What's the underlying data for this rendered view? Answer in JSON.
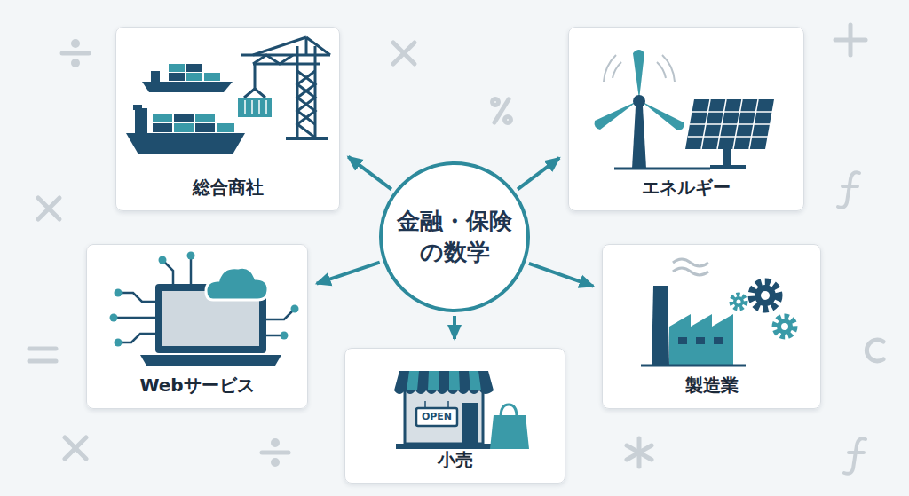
{
  "diagram": {
    "nodes": [
      {
        "text": [
          "総合商社"
        ]
      },
      {
        "text": [
          "エネルギー"
        ]
      },
      {
        "text": [
          "金融・保険 の数学"
        ]
      },
      {
        "text": [
          "Webサービス"
        ]
      },
      {
        "text": [
          "製造業"
        ]
      },
      {
        "text": [
          "小売"
        ]
      }
    ],
    "edges": [
      {
        "from": 2,
        "to": 0,
        "arrow": "to"
      },
      {
        "from": 2,
        "to": 1,
        "arrow": "to"
      },
      {
        "from": 2,
        "to": 3,
        "arrow": "to"
      },
      {
        "from": 2,
        "to": 4,
        "arrow": "to"
      },
      {
        "from": 2,
        "to": 5,
        "arrow": "to"
      }
    ],
    "labels": [
      "OPEN"
    ]
  }
}
